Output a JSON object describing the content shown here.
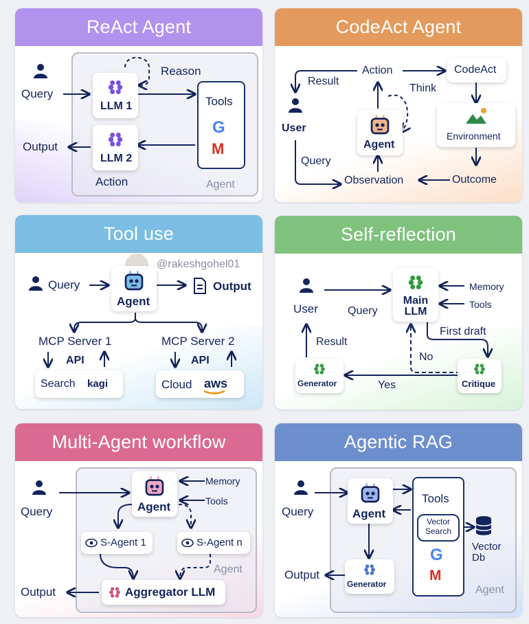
{
  "colors": {
    "react": "#b193ee",
    "codeact": "#e39a5c",
    "tooluse": "#7cbde3",
    "selfreflection": "#7fc27e",
    "multiagent": "#da6a91",
    "agenticrag": "#6e8fcd",
    "ink": "#13235b"
  },
  "react": {
    "title": "ReAct Agent",
    "query": "Query",
    "output": "Output",
    "llm1": "LLM 1",
    "llm2": "LLM 2",
    "reason": "Reason",
    "action": "Action",
    "tools": "Tools",
    "agent": "Agent"
  },
  "codeact": {
    "title": "CodeAct Agent",
    "action": "Action",
    "codeact": "CodeAct",
    "result": "Result",
    "think": "Think",
    "user": "User",
    "agent": "Agent",
    "environment": "Environment",
    "query": "Query",
    "observation": "Observation",
    "outcome": "Outcome"
  },
  "tooluse": {
    "title": "Tool use",
    "watermark": "@rakeshgohel01",
    "query": "Query",
    "agent": "Agent",
    "output": "Output",
    "mcp1": "MCP Server 1",
    "mcp2": "MCP Server 2",
    "api1": "API",
    "api2": "API",
    "search": "Search",
    "kagi": "kagi",
    "cloud": "Cloud",
    "aws": "aws"
  },
  "selfref": {
    "title": "Self-reflection",
    "user": "User",
    "query": "Query",
    "main_llm": "Main\nLLM",
    "memory": "Memory",
    "tools": "Tools",
    "first_draft": "First draft",
    "result": "Result",
    "no": "No",
    "yes": "Yes",
    "generator": "Generator",
    "critique": "Critique"
  },
  "multi": {
    "title": "Multi-Agent workflow",
    "query": "Query",
    "agent": "Agent",
    "memory": "Memory",
    "tools": "Tools",
    "sagent1": "S-Agent 1",
    "sagentn": "S-Agent n",
    "agent_label": "Agent",
    "output": "Output",
    "aggregator": "Aggregator LLM"
  },
  "rag": {
    "title": "Agentic RAG",
    "query": "Query",
    "agent": "Agent",
    "tools": "Tools",
    "vector_search": "Vector\nSearch",
    "vector_db": "Vector\nDb",
    "output": "Output",
    "generator": "Generator",
    "agent_label": "Agent"
  }
}
